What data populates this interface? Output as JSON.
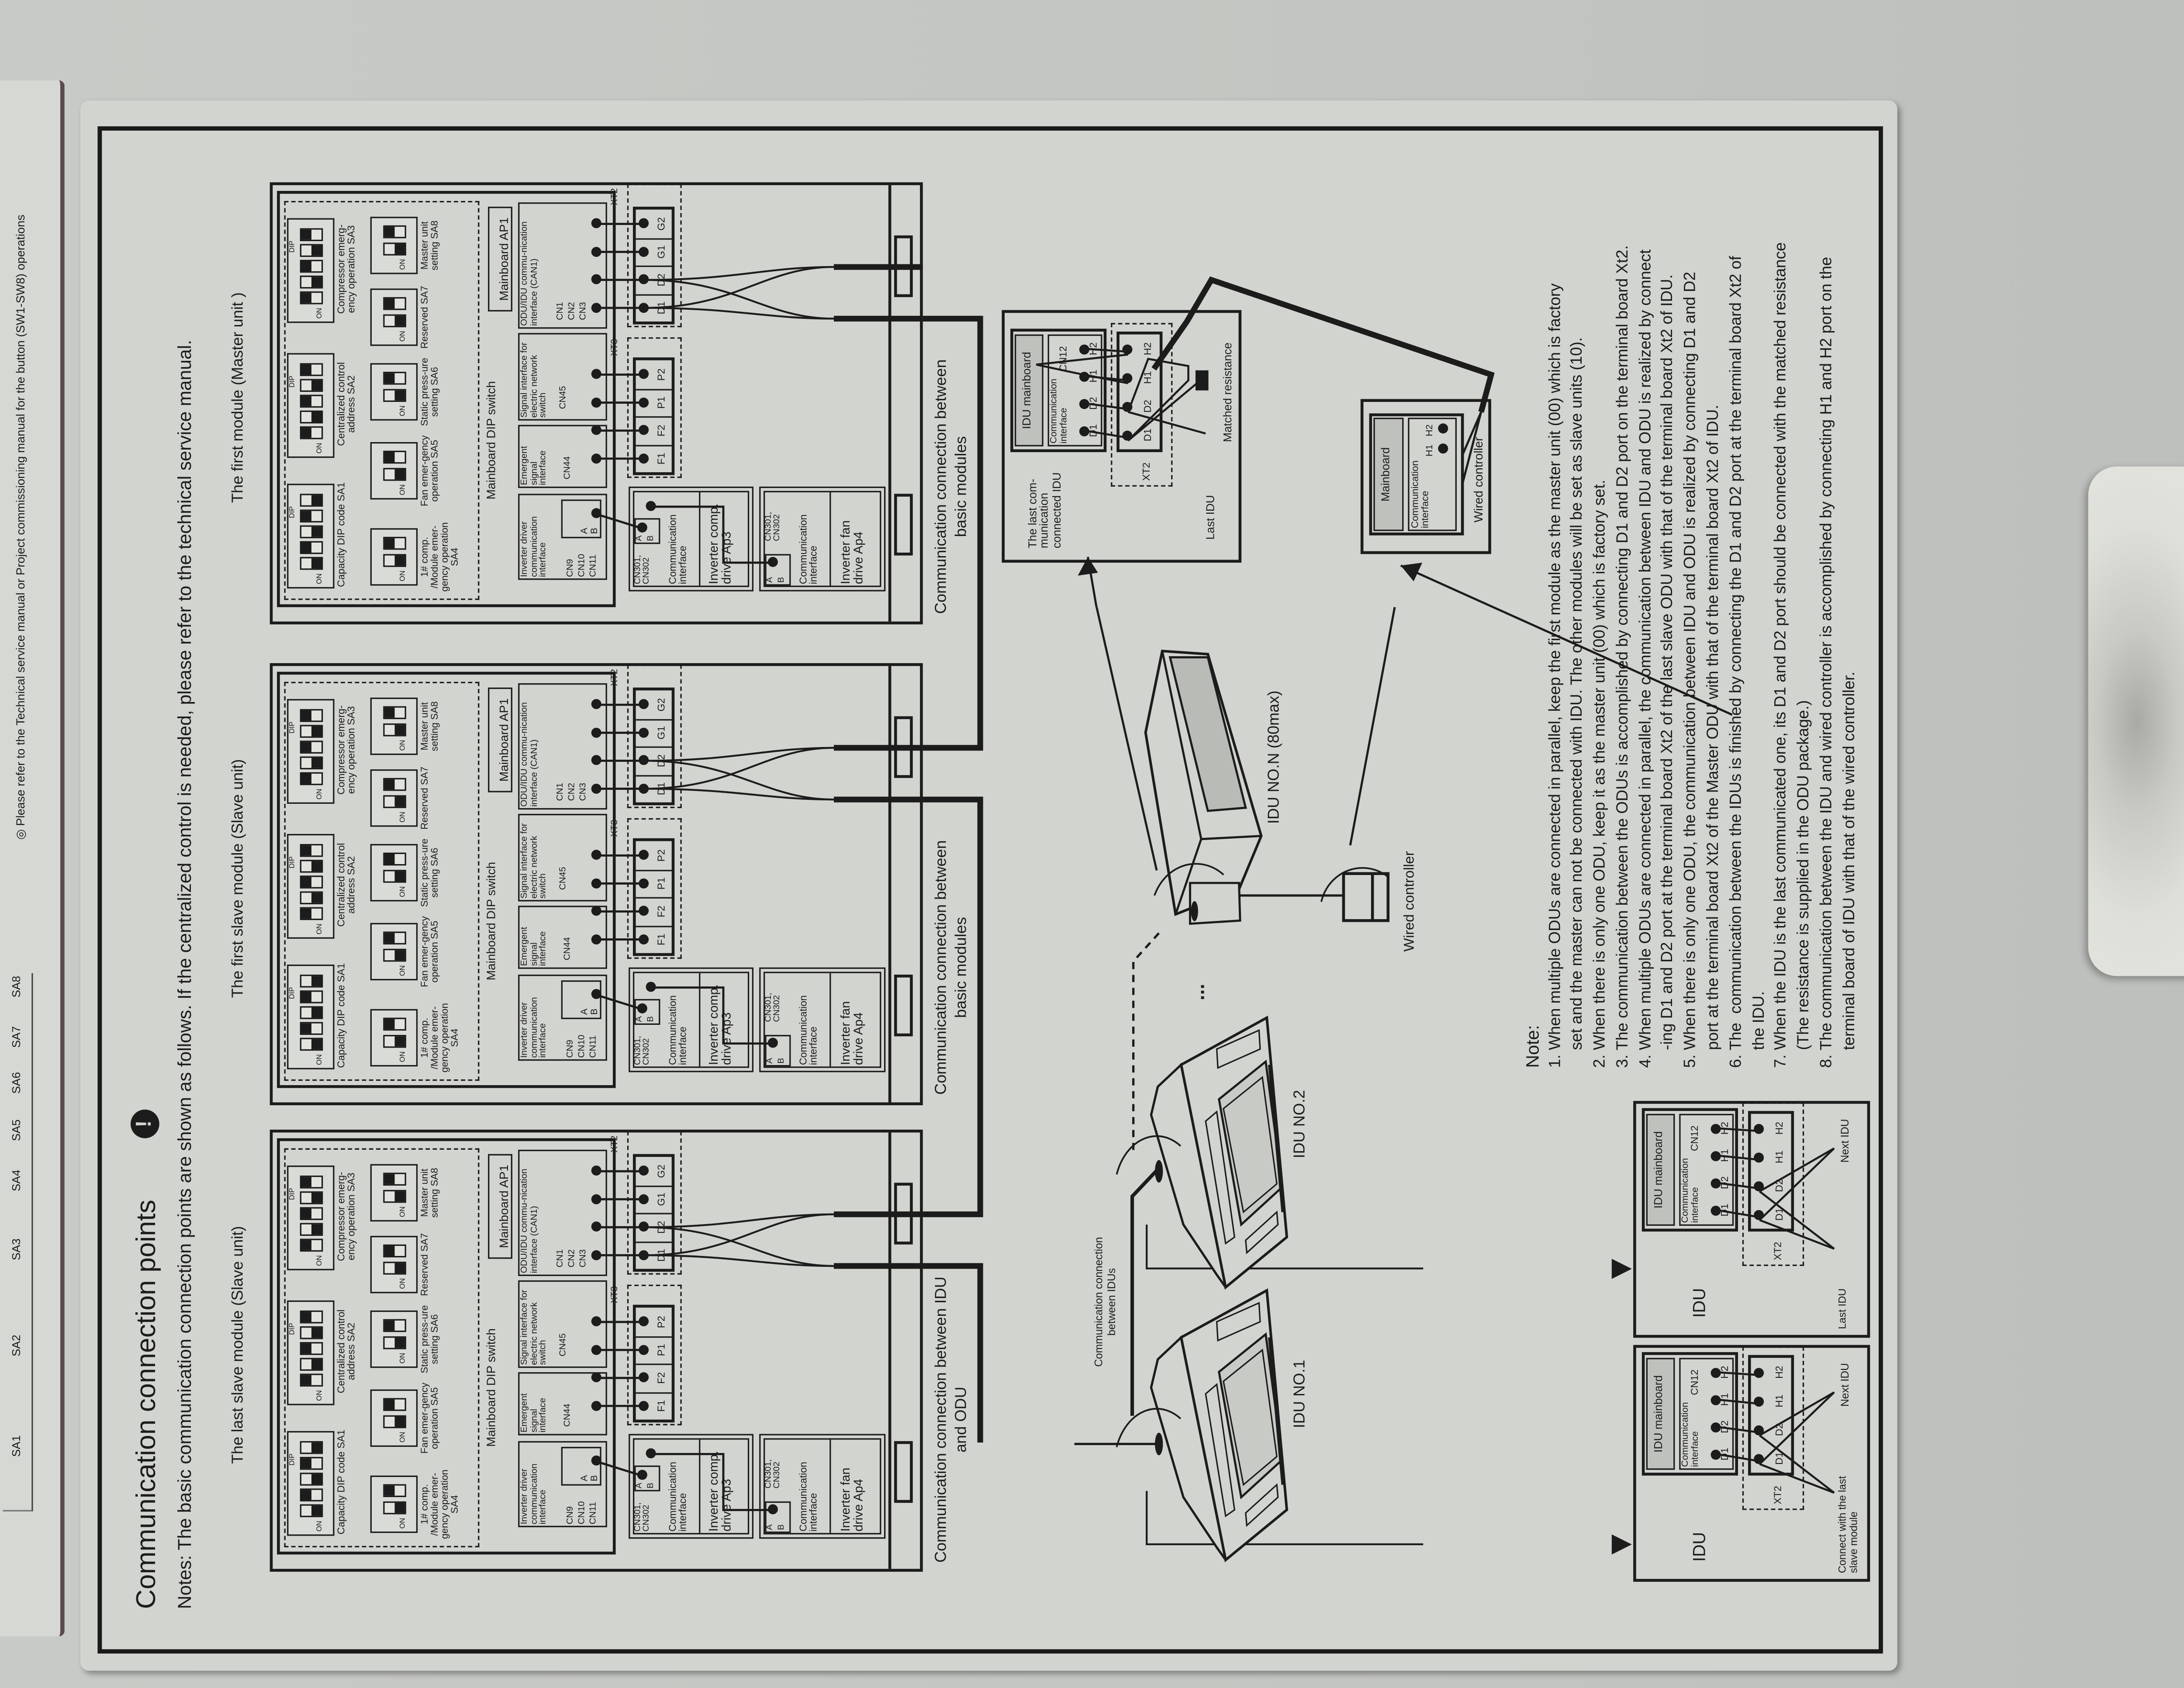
{
  "side_strip": {
    "note": "◎ Please refer to the Technical service manual or Project commissioning manual for the button (SW1-SW8) operations",
    "switch_labels": [
      "SA1",
      "SA2",
      "SA3",
      "SA4",
      "SA5",
      "SA6",
      "SA7",
      "SA8"
    ]
  },
  "header": {
    "title": "Communication connection points",
    "alert_icon": "!",
    "notes": "Notes: The basic communication connection points are shown as follows. If the centralized control is needed, please refer to the technical service manual."
  },
  "modules": [
    {
      "title": "The last slave module (Slave unit)"
    },
    {
      "title": "The first slave module (Slave unit)"
    },
    {
      "title": "The first module (Master unit )"
    }
  ],
  "module_labels": {
    "on": "ON",
    "dip": "DIP",
    "sa1": "Capacity DIP code SA1",
    "sa2": "Centralized control address SA2",
    "sa3": "Compressor emerg-ency operation SA3",
    "sa4": "1# comp. /Module emer-gency operation SA4",
    "sa5": "Fan emer-gency operation SA5",
    "sa6": "Static press-ure setting SA6",
    "sa7": "Reserved SA7",
    "sa8": "Master unit setting SA8",
    "dip_switch": "Mainboard DIP switch",
    "ap1": "Mainboard AP1",
    "inv_driver": "Inverter driver communication interface",
    "cn9": "CN9",
    "cn10": "CN10",
    "cn11": "CN11",
    "a": "A",
    "b": "B",
    "emergent": "Emergent signal interface",
    "cn44": "CN44",
    "network": "Signal interface for electric network switch",
    "cn45": "CN45",
    "can1": "ODU/IDU commu-nication interface (CAN1)",
    "cn1": "CN1",
    "cn2": "CN2",
    "cn3": "CN3",
    "xt3": "XT3",
    "xt3_terminals": [
      "F1",
      "F2",
      "P1",
      "P2"
    ],
    "xt2": "XT2",
    "xt2_terminals": [
      "D1",
      "D2",
      "G1",
      "G2"
    ],
    "cn301": "CN301, CN302",
    "comm_interface": "Communication interface",
    "ap3": "Inverter comp. drive Ap3",
    "ap4": "Inverter fan drive Ap4"
  },
  "connections": {
    "idu_odu": "Communication connection between IDU and ODU",
    "basic_modules": "Communication connection between basic modules",
    "between_idus": "Communication connection between IDUs"
  },
  "idus": {
    "no1": "IDU NO.1",
    "no2": "IDU NO.2",
    "non": "IDU NO.N (80max)",
    "ellipsis": "...",
    "wired_controller": "Wired controller"
  },
  "last_idu_box": {
    "caption": "The last com-munication connected IDU",
    "mainboard": "IDU mainboard",
    "comm": "Communication interface",
    "cn12": "CN12",
    "ports": [
      "D1",
      "D2",
      "H1",
      "H2"
    ],
    "xt2": "XT2",
    "last_idu": "Last IDU",
    "resistance": "Matched resistance"
  },
  "wired_controller_box": {
    "mainboard": "Mainboard",
    "comm": "Communication interface",
    "ports": [
      "H1",
      "H2"
    ],
    "label": "Wired controller"
  },
  "idu_boxes": [
    {
      "title": "IDU",
      "mainboard": "IDU mainboard",
      "comm": "Communication interface",
      "cn12": "CN12",
      "ports": [
        "D1",
        "D2",
        "H1",
        "H2"
      ],
      "xt2": "XT2",
      "left_label": "Connect with the last slave module",
      "right_label": "Next IDU"
    },
    {
      "title": "IDU",
      "mainboard": "IDU mainboard",
      "comm": "Communication interface",
      "cn12": "CN12",
      "ports": [
        "D1",
        "D2",
        "H1",
        "H2"
      ],
      "xt2": "XT2",
      "left_label": "Last IDU",
      "right_label": "Next IDU"
    }
  ],
  "notes": {
    "heading": "Note:",
    "lines": [
      "1. When multiple ODUs are connected in parallel, keep the first module as the master unit (00) which is factory",
      "    set and the master can not be connected with IDU. The other modules will be set as slave units (10).",
      "2. When there is only one ODU, keep it as the master unit (00) which is factory set.",
      "3. The communication between the ODUs is accomplished by connecting D1 and D2 port on the terminal board Xt2.",
      "4. When multiple ODUs are connected in parallel, the communication between IDU and ODU is realized by connect",
      "    -ing D1 and D2 port at the terminal board Xt2 of the last slave ODU with that of the terminal board Xt2 of IDU.",
      "5. When there is only one ODU, the communication between IDU and ODU is realized by connecting D1 and D2",
      "    port at the terminal board Xt2 of the Master ODU with that of the terminal board Xt2 of IDU.",
      "6. The  communication between the IDUs is finished by connecting the D1 and D2 port at the terminal board Xt2 of",
      "    the IDU.",
      "7. When the IDU is the last communicated one, its D1 and D2 port should be connected with the matched resistance",
      "    (The resistance is supplied in the ODU package.)",
      "8. The communication between the IDU and wired controller is accomplished by connecting H1 and H2 port on the",
      "    terminal board of IDU with that of the wired controller."
    ]
  }
}
